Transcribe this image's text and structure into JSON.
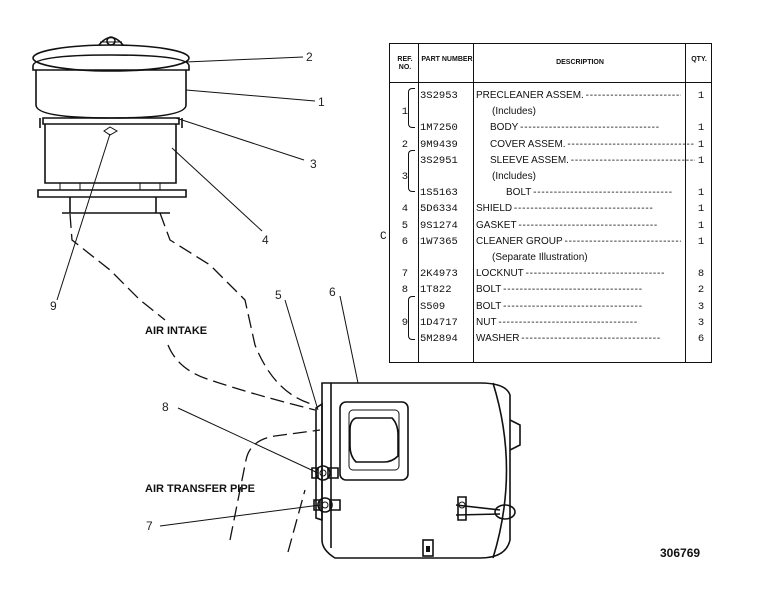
{
  "callouts": [
    "2",
    "1",
    "3",
    "4",
    "9",
    "5",
    "6",
    "8",
    "7"
  ],
  "annotations": {
    "air_intake": "AIR INTAKE",
    "air_transfer_pipe": "AIR TRANSFER PIPE"
  },
  "figure_number": "306769",
  "outer_ref": "C",
  "table": {
    "headers": {
      "ref": "REF. NO.",
      "part": "PART NUMBER",
      "desc": "DESCRIPTION",
      "qty": "QTY."
    },
    "rows": [
      {
        "ref": "",
        "part": "3S2953",
        "desc": "PRECLEANER ASSEM.",
        "qty": "1"
      },
      {
        "ref": "1",
        "part": "",
        "desc": "(Includes)",
        "qty": ""
      },
      {
        "ref": "",
        "part": "1M7250",
        "desc": "BODY",
        "qty": "1"
      },
      {
        "ref": "2",
        "part": "9M9439",
        "desc": "COVER ASSEM.",
        "qty": "1"
      },
      {
        "ref": "",
        "part": "3S2951",
        "desc": "SLEEVE ASSEM.",
        "qty": "1"
      },
      {
        "ref": "3",
        "part": "",
        "desc": "(Includes)",
        "qty": ""
      },
      {
        "ref": "",
        "part": "1S5163",
        "desc": "BOLT",
        "qty": "1"
      },
      {
        "ref": "4",
        "part": "5D6334",
        "desc": "SHIELD",
        "qty": "1"
      },
      {
        "ref": "5",
        "part": "9S1274",
        "desc": "GASKET",
        "qty": "1"
      },
      {
        "ref": "6",
        "part": "1W7365",
        "desc": "CLEANER GROUP",
        "qty": "1"
      },
      {
        "ref": "",
        "part": "",
        "desc": "(Separate Illustration)",
        "qty": ""
      },
      {
        "ref": "7",
        "part": "2K4973",
        "desc": "LOCKNUT",
        "qty": "8"
      },
      {
        "ref": "8",
        "part": "1T822",
        "desc": "BOLT",
        "qty": "2"
      },
      {
        "ref": "",
        "part": "S509",
        "desc": "BOLT",
        "qty": "3"
      },
      {
        "ref": "9",
        "part": "1D4717",
        "desc": "NUT",
        "qty": "3"
      },
      {
        "ref": "",
        "part": "5M2894",
        "desc": "WASHER",
        "qty": "6"
      }
    ]
  }
}
